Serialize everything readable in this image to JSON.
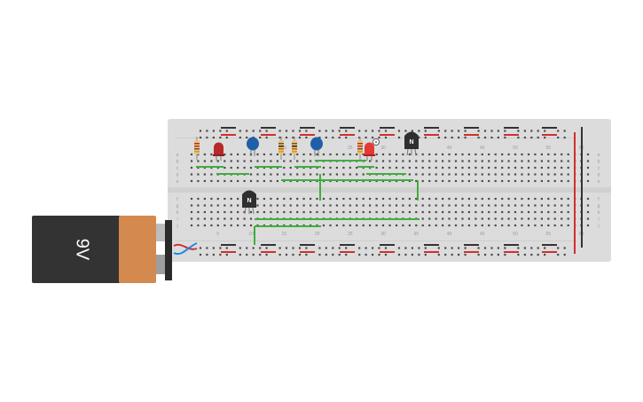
{
  "battery": {
    "label": "9V"
  },
  "breadboard": {
    "column_numbers": [
      "5",
      "10",
      "15",
      "20",
      "25",
      "30",
      "35",
      "40",
      "45",
      "50",
      "55",
      "60"
    ],
    "row_letters_top": [
      "a",
      "b",
      "c",
      "d",
      "e"
    ],
    "row_letters_bottom": [
      "f",
      "g",
      "h",
      "i",
      "j"
    ]
  },
  "transistors": [
    {
      "label": "N"
    },
    {
      "label": "N"
    }
  ],
  "colors": {
    "board": "#dcdcdc",
    "rail_red": "#d32f2f",
    "rail_black": "#333333",
    "wire_green": "#3fae3f",
    "battery_body": "#333333",
    "battery_cap": "#d4894e",
    "led_red_dark": "#b52a2a",
    "led_red_bright": "#e53935",
    "capacitor_blue": "#1f5fa8"
  }
}
